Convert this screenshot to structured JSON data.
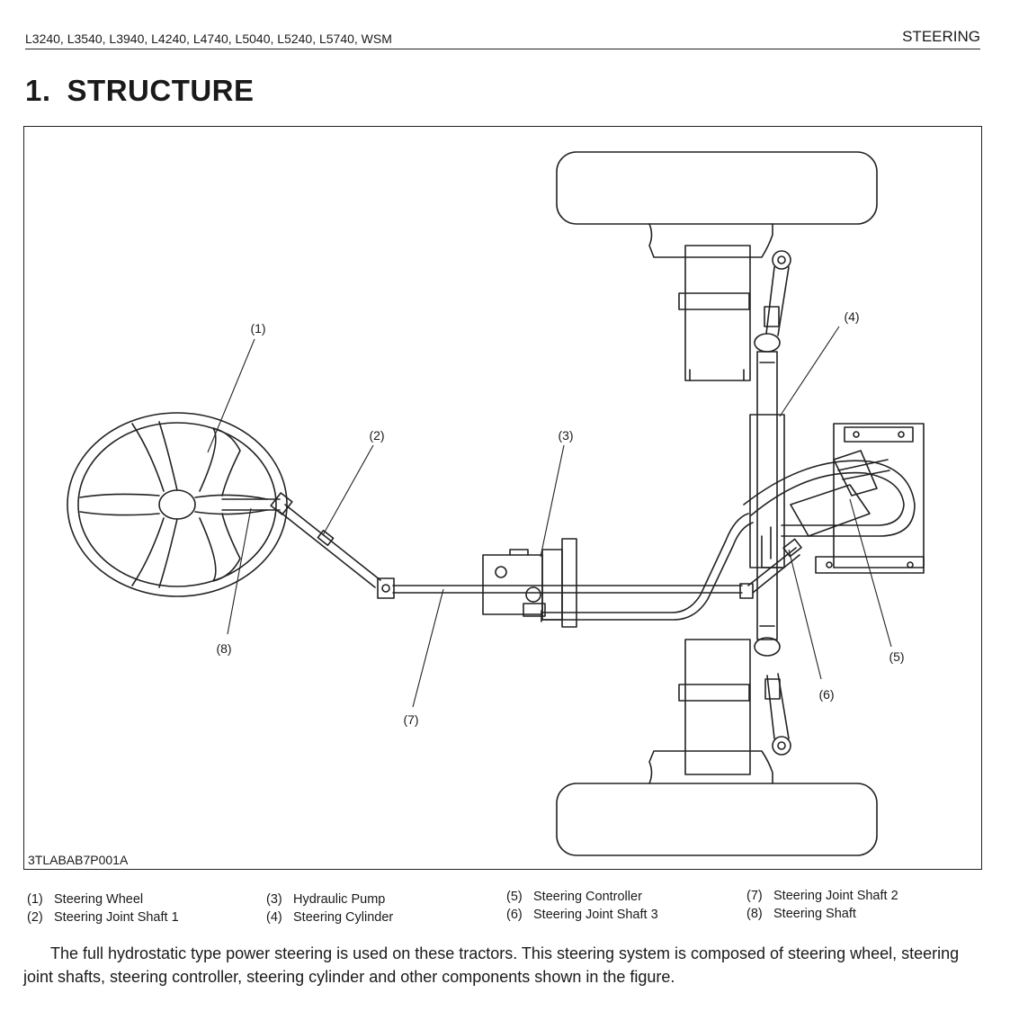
{
  "header": {
    "models": "L3240, L3540, L3940, L4240, L4740, L5040, L5240, L5740, WSM",
    "section": "STEERING"
  },
  "title": {
    "number": "1.",
    "text": "STRUCTURE"
  },
  "figure": {
    "code": "3TLABAB7P001A",
    "callouts": [
      "(1)",
      "(2)",
      "(3)",
      "(4)",
      "(5)",
      "(6)",
      "(7)",
      "(8)"
    ]
  },
  "legend": [
    {
      "num": "(1)",
      "label": "Steering Wheel"
    },
    {
      "num": "(2)",
      "label": "Steering Joint Shaft 1"
    },
    {
      "num": "(3)",
      "label": "Hydraulic Pump"
    },
    {
      "num": "(4)",
      "label": "Steering Cylinder"
    },
    {
      "num": "(5)",
      "label": "Steering Controller"
    },
    {
      "num": "(6)",
      "label": "Steering Joint Shaft 3"
    },
    {
      "num": "(7)",
      "label": "Steering Joint Shaft 2"
    },
    {
      "num": "(8)",
      "label": "Steering Shaft"
    }
  ],
  "body_text": "The full hydrostatic type power steering is used on these tractors.  This steering system is composed of steering wheel, steering joint shafts, steering controller, steering cylinder and other components shown in the figure."
}
